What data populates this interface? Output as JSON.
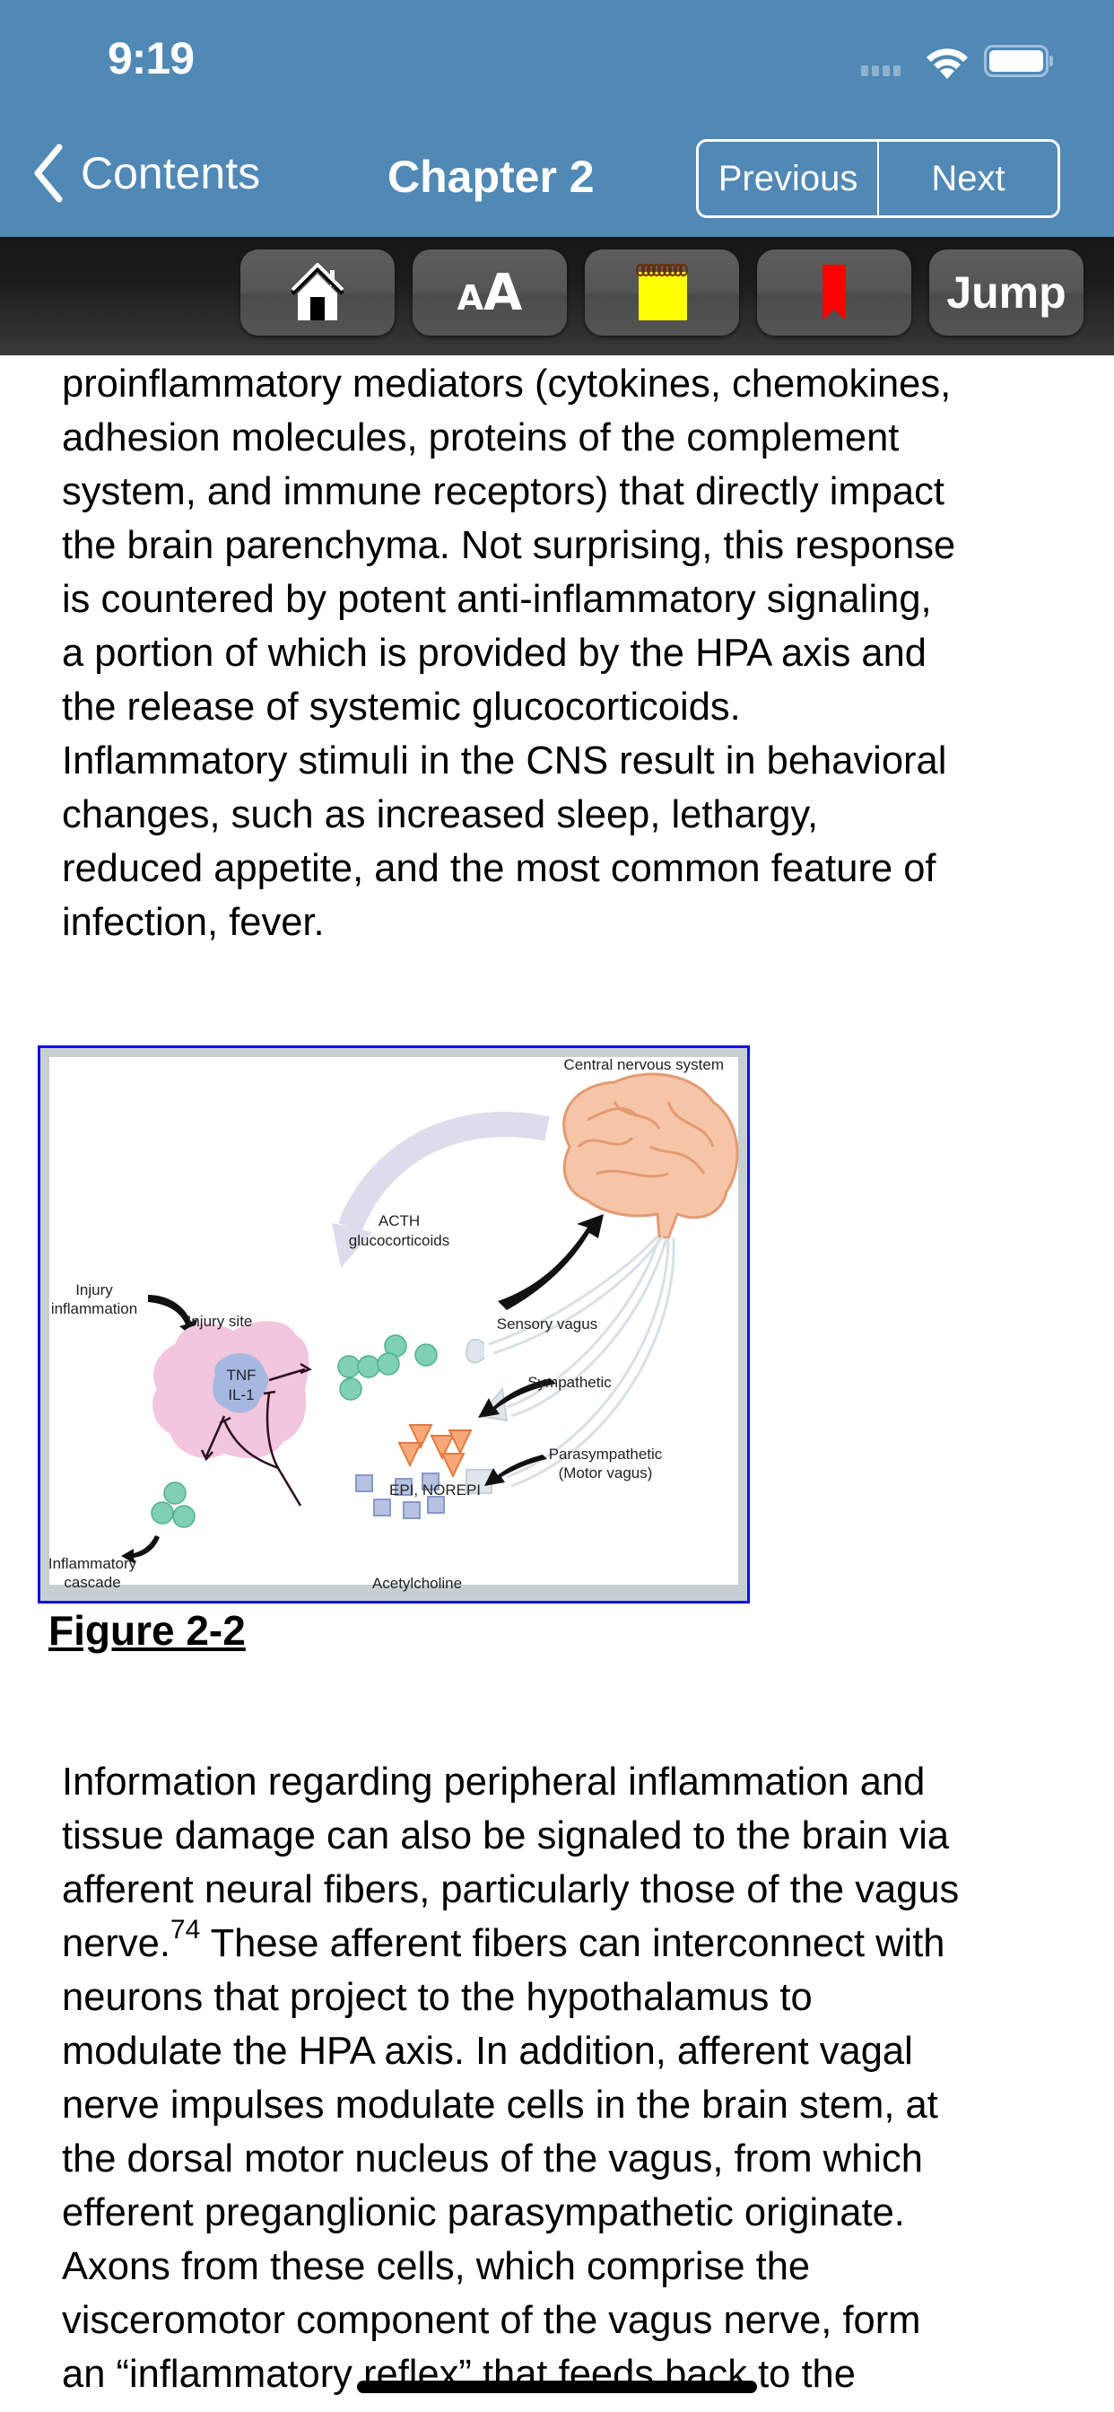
{
  "status_bar": {
    "time": "9:19"
  },
  "nav": {
    "back_label": "Contents",
    "title": "Chapter 2",
    "previous_label": "Previous",
    "next_label": "Next"
  },
  "toolbar": {
    "home_icon": "house-icon",
    "font_size_label_small": "A",
    "font_size_label_large": "A",
    "notes_icon": "notepad-icon",
    "bookmark_icon": "bookmark-icon",
    "jump_label": "Jump",
    "colors": {
      "notepad": "#ffff00",
      "bookmark": "#ff0000"
    }
  },
  "content": {
    "paragraph1_lines": [
      "proinflammatory mediators (cytokines, chemokines,",
      "adhesion molecules, proteins of the complement",
      "system, and immune receptors) that directly impact",
      "the brain parenchyma. Not surprising, this response",
      "is countered by potent anti-inflammatory signaling,",
      "a portion of which is provided by the HPA axis and",
      "the release of systemic glucocorticoids.",
      "Inflammatory stimuli in the CNS result in behavioral",
      "changes, such as increased sleep, lethargy,",
      "reduced appetite, and the most common feature of",
      "infection, fever."
    ],
    "figure": {
      "caption": "Figure 2-2",
      "labels": {
        "cns": "Central nervous system",
        "acth": "ACTH",
        "glucocorticoids": "glucocorticoids",
        "injury": "Injury",
        "inflammation": "inflammation",
        "injury_site": "Injury site",
        "sensory_vagus": "Sensory vagus",
        "sympathetic": "Sympathetic",
        "tnf": "TNF",
        "il1": "IL-1",
        "parasympathetic": "Parasympathetic",
        "motor_vagus": "(Motor vagus)",
        "epi_norepi": "EPI, NOREPI",
        "inflammatory": "Inflammatory",
        "cascade": "cascade",
        "acetylcholine": "Acetylcholine"
      },
      "border_color": "#1010e0"
    },
    "paragraph2_line1": "Information regarding peripheral inflammation and",
    "paragraph2_line2": "tissue damage can also be signaled to the brain via",
    "paragraph2_line3": "afferent neural fibers, particularly those of the vagus",
    "paragraph2_line4_pre": "nerve.",
    "paragraph2_line4_sup": "74",
    "paragraph2_line4_post": " These afferent fibers can interconnect with",
    "paragraph2_rest": [
      "neurons that project to the hypothalamus to",
      "modulate the HPA axis. In addition, afferent vagal",
      "nerve impulses modulate cells in the brain stem, at",
      "the dorsal motor nucleus of the vagus, from which",
      "efferent preganglionic parasympathetic originate.",
      "Axons from these cells, which comprise the",
      "visceromotor component of the vagus nerve, form",
      "an “inflammatory reflex” that feeds back to the"
    ]
  },
  "theme": {
    "nav_bar": "#5088b6"
  }
}
